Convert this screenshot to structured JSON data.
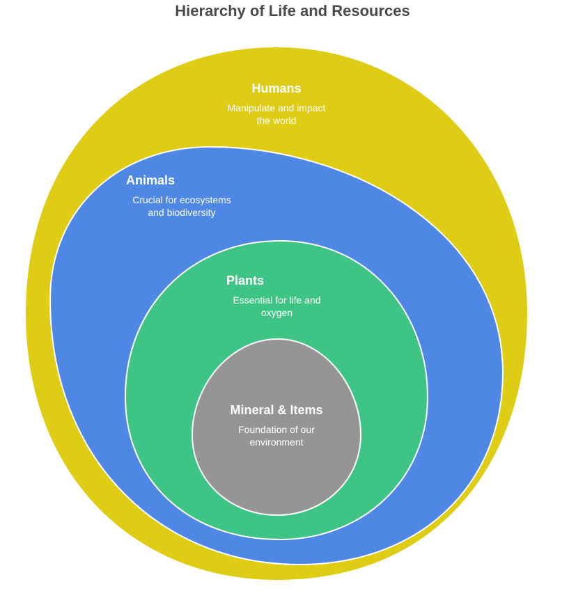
{
  "title": "Hierarchy of Life and Resources",
  "layers": [
    {
      "name": "Humans",
      "description_lines": [
        "Manipulate and impact",
        "the world"
      ],
      "color": "#DECC15"
    },
    {
      "name": "Animals",
      "description_lines": [
        "Crucial for ecosystems",
        "and biodiversity"
      ],
      "color": "#4E88E4"
    },
    {
      "name": "Plants",
      "description_lines": [
        "Essential for life and",
        "oxygen"
      ],
      "color": "#3EC585"
    },
    {
      "name": "Mineral & Items",
      "description_lines": [
        "Foundation of our",
        "environment"
      ],
      "color": "#959595"
    }
  ],
  "stroke_color": "#ffffff"
}
